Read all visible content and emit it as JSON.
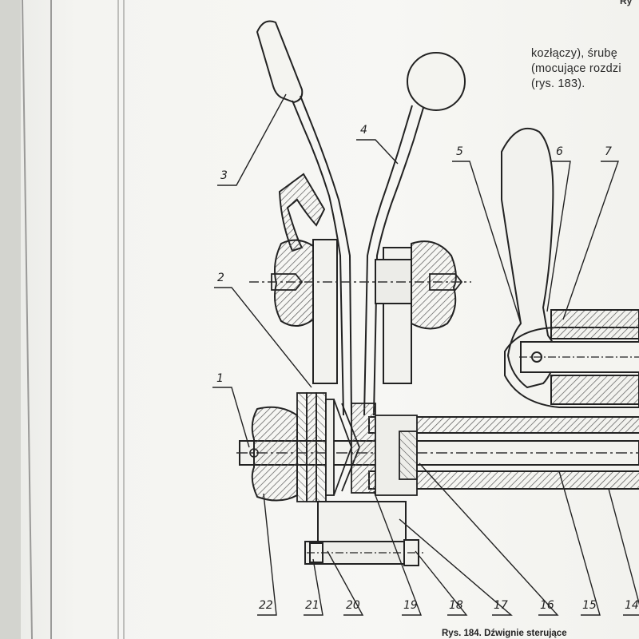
{
  "page": {
    "corner_fragment": "Ry",
    "body_text": [
      "kozłączy), śrubę",
      "(mocujące rozdzi",
      "(rys. 183)."
    ],
    "caption": "Rys. 184. Dźwignie sterujące"
  },
  "figure": {
    "callouts": [
      "1",
      "2",
      "3",
      "4",
      "5",
      "6",
      "7",
      "14",
      "15",
      "16",
      "17",
      "18",
      "19",
      "20",
      "21",
      "22"
    ]
  }
}
